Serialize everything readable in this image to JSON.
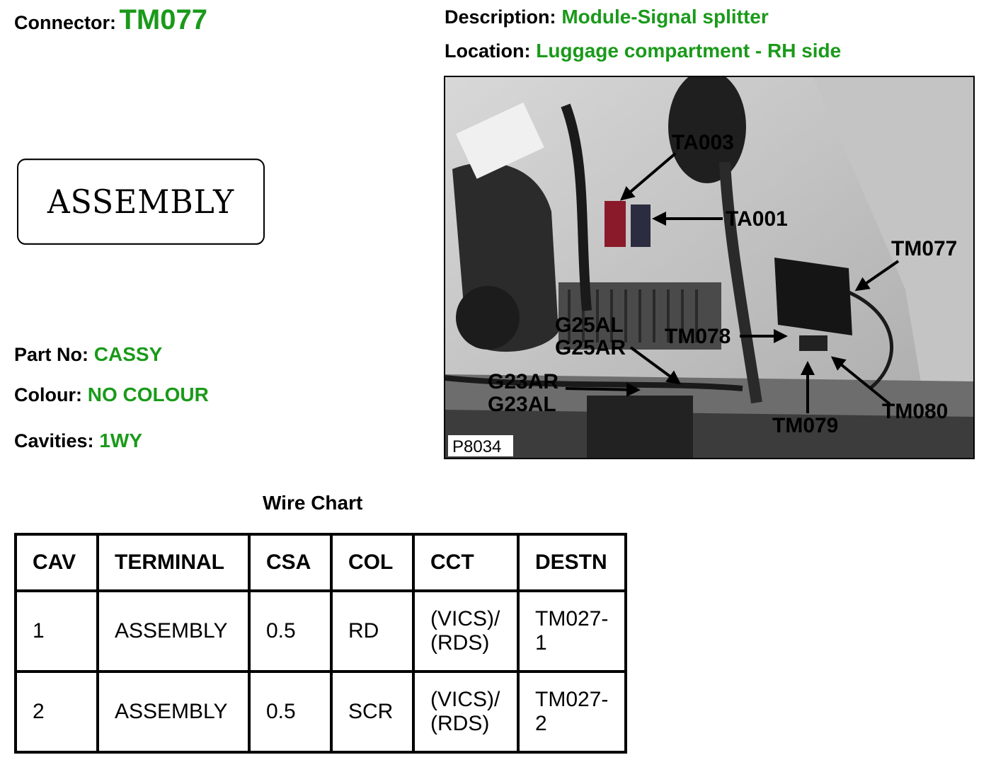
{
  "connector": {
    "label": "Connector:",
    "value": "TM077"
  },
  "description": {
    "label": "Description:",
    "value": "Module-Signal splitter"
  },
  "location": {
    "label": "Location:",
    "value": "Luggage compartment - RH side"
  },
  "assembly_box_text": "ASSEMBLY",
  "part_no": {
    "label": "Part No:",
    "value": "CASSY"
  },
  "colour": {
    "label": "Colour:",
    "value": "NO COLOUR"
  },
  "cavities": {
    "label": "Cavities:",
    "value": "1WY"
  },
  "photo": {
    "ref": "P8034",
    "callouts": {
      "ta003": "TA003",
      "ta001": "TA001",
      "tm077": "TM077",
      "g25al": "G25AL",
      "g25ar": "G25AR",
      "tm078": "TM078",
      "g23ar": "G23AR",
      "g23al": "G23AL",
      "tm080": "TM080",
      "tm079": "TM079"
    }
  },
  "wire_chart": {
    "title": "Wire Chart",
    "headers": {
      "cav": "CAV",
      "terminal": "TERMINAL",
      "csa": "CSA",
      "col": "COL",
      "cct": "CCT",
      "destn": "DESTN"
    },
    "rows": [
      {
        "cav": "1",
        "terminal": "ASSEMBLY",
        "csa": "0.5",
        "col": "RD",
        "cct_a": "(VICS)/",
        "cct_b": "(RDS)",
        "destn_a": "TM027-",
        "destn_b": "1"
      },
      {
        "cav": "2",
        "terminal": "ASSEMBLY",
        "csa": "0.5",
        "col": "SCR",
        "cct_a": "(VICS)/",
        "cct_b": "(RDS)",
        "destn_a": "TM027-",
        "destn_b": "2"
      }
    ]
  },
  "colors": {
    "value_green": "#1a9a1a"
  }
}
